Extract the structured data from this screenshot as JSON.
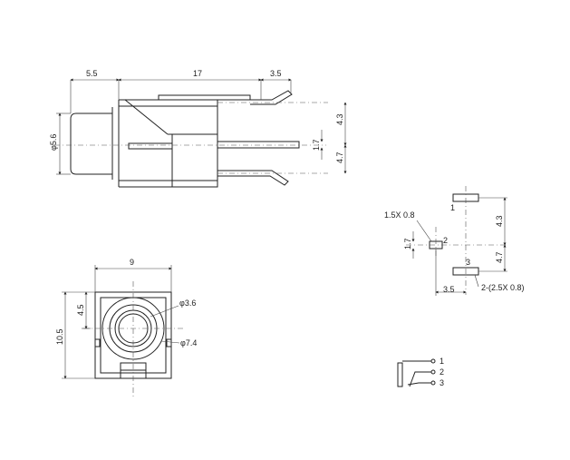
{
  "side_view": {
    "dim_left": "5.5",
    "dim_body": "17",
    "dim_right": "3.5",
    "dim_diameter": "φ5.6",
    "dim_top_offset": "4.3",
    "dim_center_pin": "1.7",
    "dim_bottom_offset": "4.7"
  },
  "front_view": {
    "dim_width": "9",
    "dim_height": "10.5",
    "dim_center_height": "4.5",
    "dim_inner_diameter": "φ3.6",
    "dim_outer_diameter": "φ7.4"
  },
  "footprint": {
    "pad1_label": "1",
    "pad2_label": "2",
    "pad3_label": "3",
    "pad2_size": "1.5X 0.8",
    "pad_note": "2-(2.5X 0.8)",
    "dim_top": "4.3",
    "dim_bottom": "4.7",
    "dim_pad2_offset": "1.7",
    "dim_horizontal": "3.5"
  },
  "schematic": {
    "pin1": "1",
    "pin2": "2",
    "pin3": "3"
  }
}
